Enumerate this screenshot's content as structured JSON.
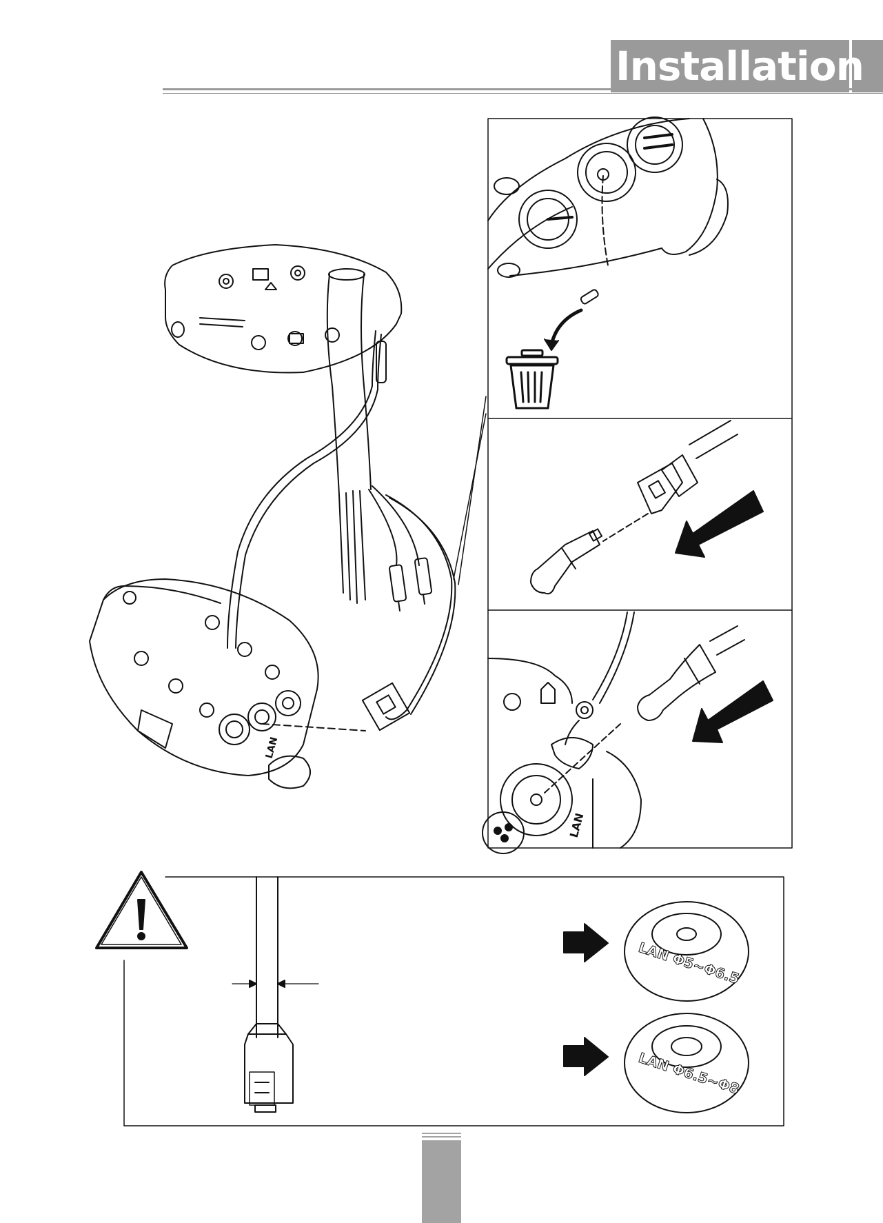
{
  "header": {
    "title": "Installation"
  },
  "caution": {
    "icon": "warning-triangle-icon",
    "grommet_small_label": "LAN Φ5~Φ6.5",
    "grommet_large_label": "LAN Φ6.5~Φ8"
  },
  "figure": {
    "connector_label_main": "LAN",
    "connector_label_detail": "LAN",
    "bin_icon": "trash-bin-icon"
  },
  "colors": {
    "accent_gray": "#9a9a9a",
    "line": "#111111"
  }
}
